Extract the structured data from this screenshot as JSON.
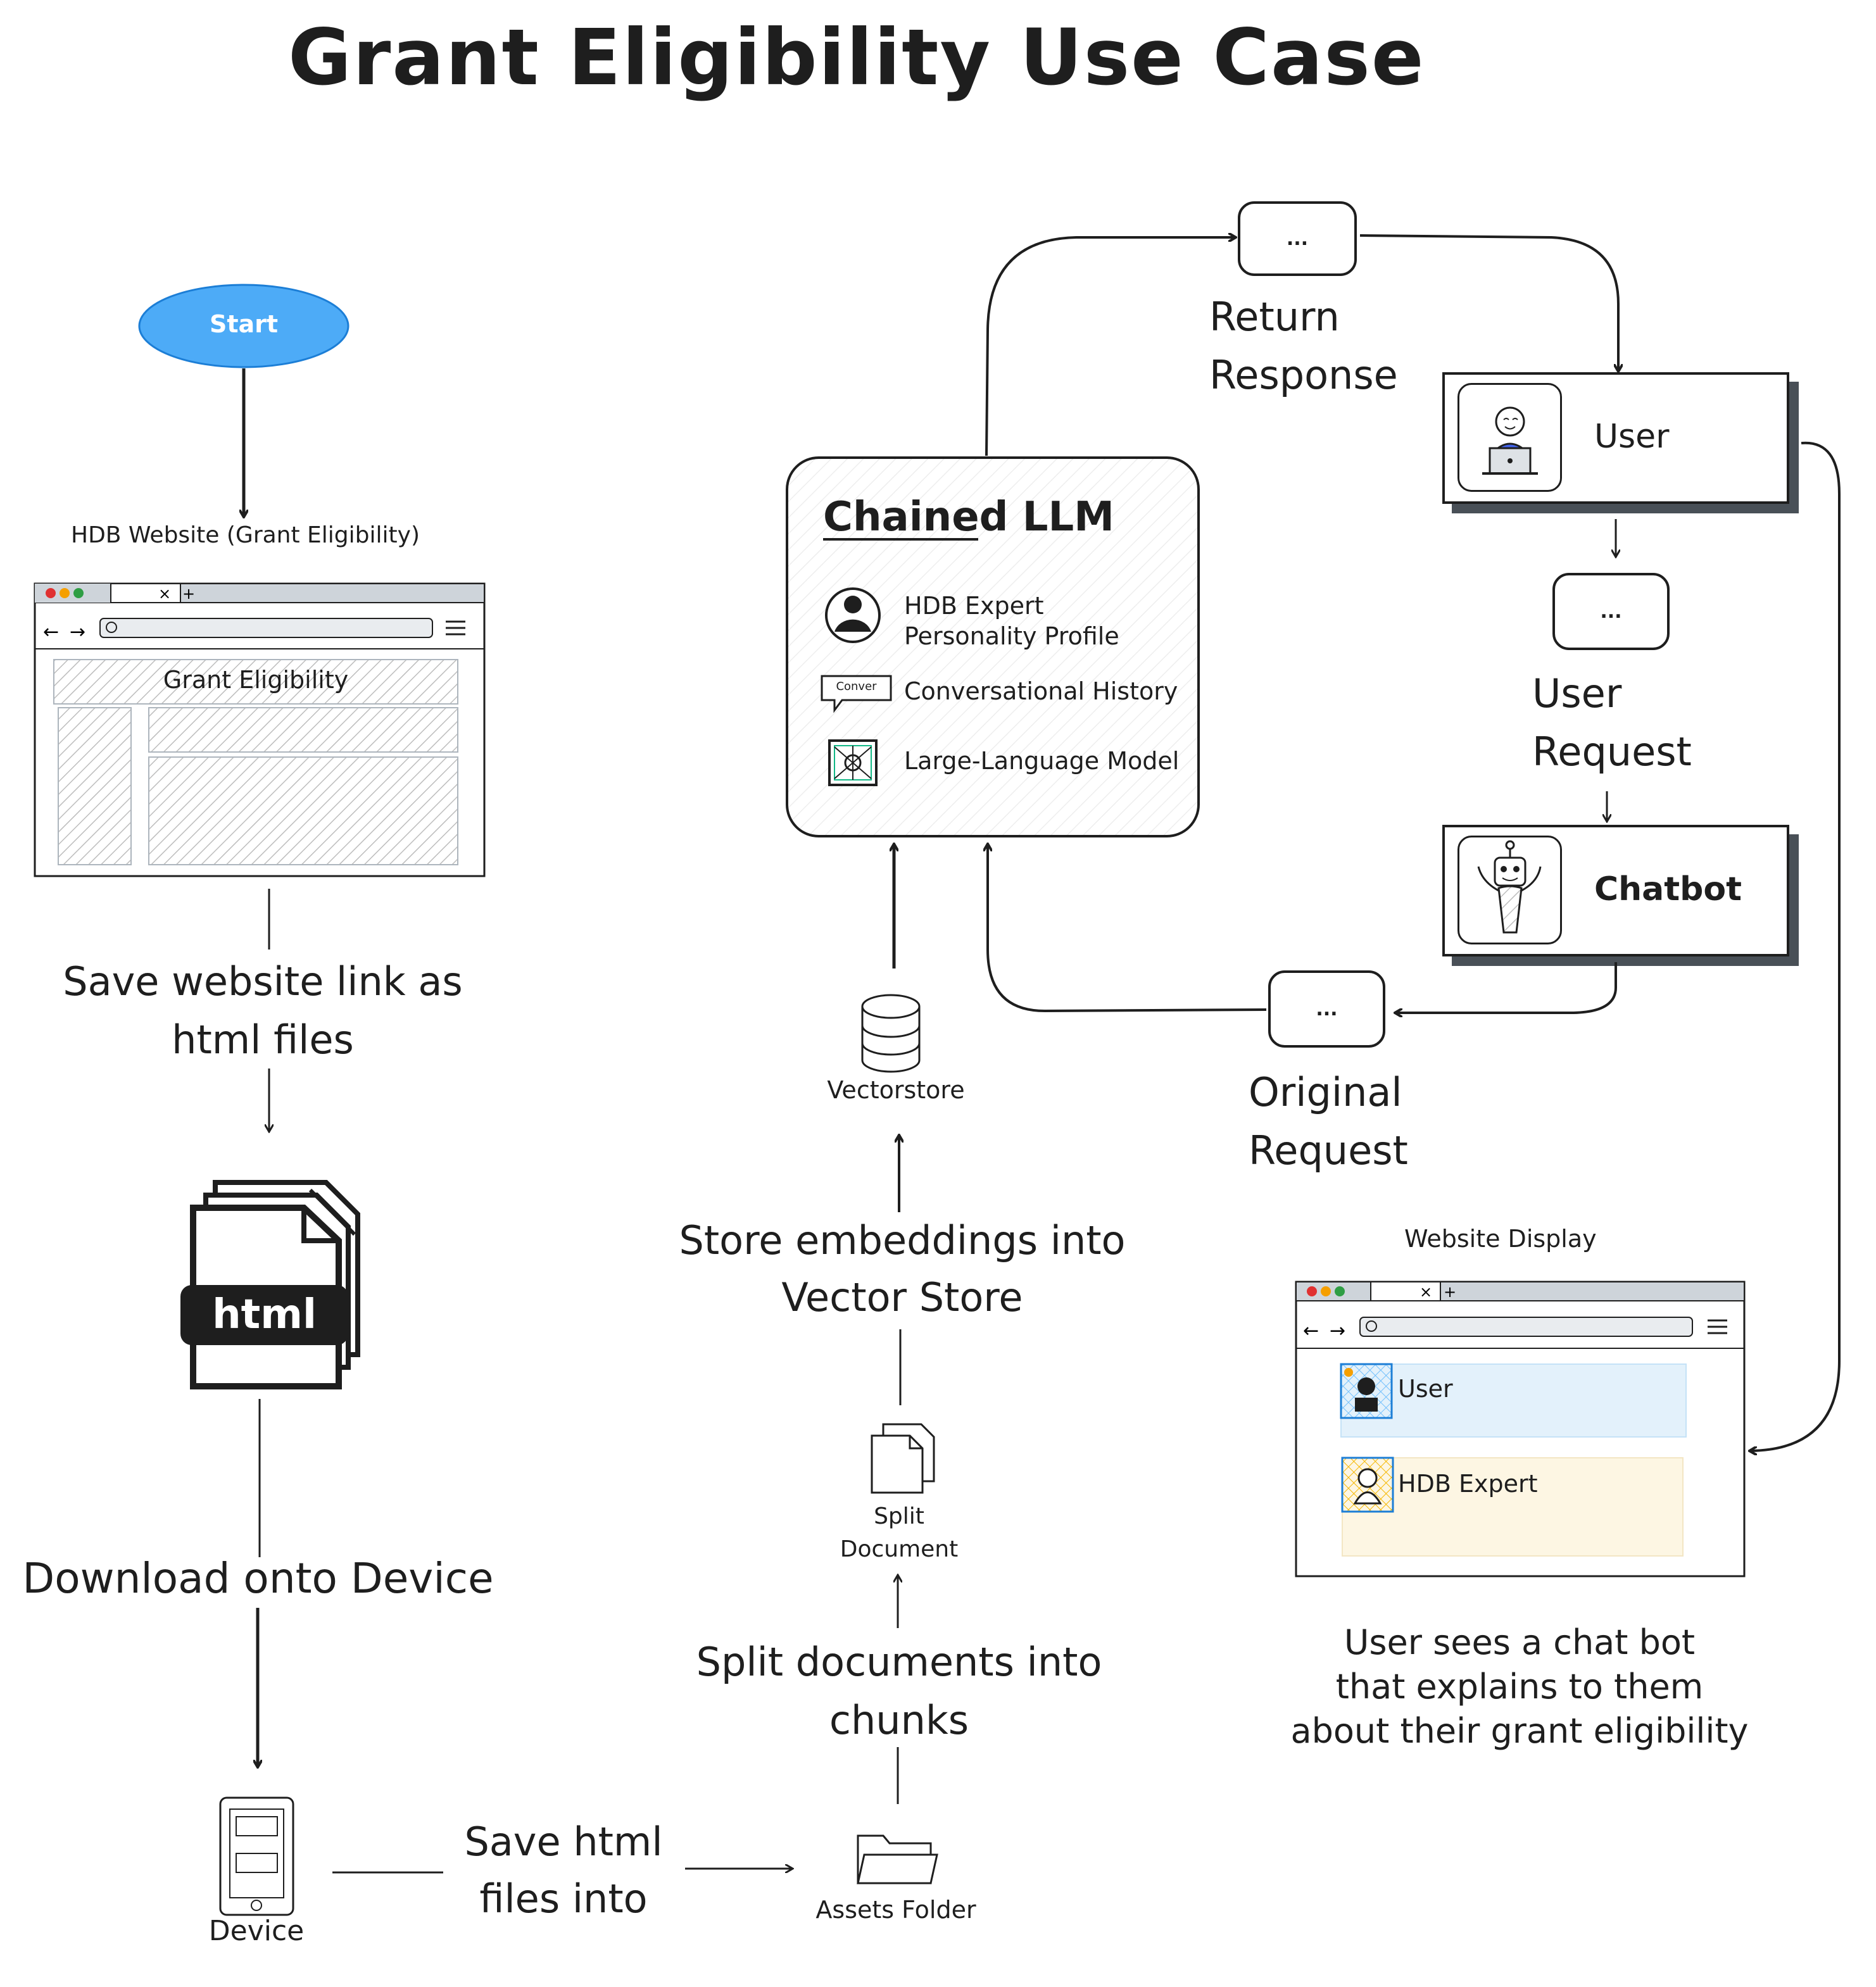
{
  "title": "Grant Eligibility Use Case",
  "start": {
    "label": "Start",
    "color": "#4dabf7"
  },
  "hdb_website": {
    "caption": "HDB Website (Grant Eligibility)",
    "page_heading": "Grant Eligibility"
  },
  "steps": {
    "save_links": [
      "Save website link as",
      "html files"
    ],
    "html_badge": "html",
    "download": "Download onto Device",
    "device": "Device",
    "save_html": [
      "Save html",
      "files into"
    ],
    "assets_folder": "Assets Folder",
    "split_chunks": [
      "Split documents into",
      "chunks"
    ],
    "split_document": [
      "Split",
      "Document"
    ],
    "store_embeddings": [
      "Store embeddings into",
      "Vector Store"
    ],
    "vectorstore": "Vectorstore"
  },
  "chained_llm": {
    "title": "Chained LLM",
    "items": [
      {
        "icon": "person-avatar-icon",
        "label_lines": [
          "HDB Expert",
          "Personality Profile"
        ]
      },
      {
        "icon": "speech-bubble-icon",
        "bubble_text": "Conver",
        "label_lines": [
          "Conversational History"
        ]
      },
      {
        "icon": "neural-network-icon",
        "label_lines": [
          "Large-Language Model"
        ]
      }
    ]
  },
  "flow": {
    "ellipsis": "...",
    "return_response": [
      "Return",
      "Response"
    ],
    "user_card": "User",
    "user_request": [
      "User",
      "Request"
    ],
    "chatbot_card": "Chatbot",
    "original_request": [
      "Original",
      "Request"
    ]
  },
  "website_display": {
    "caption": "Website Display",
    "user_label": "User",
    "expert_label": "HDB Expert",
    "user_bg": "#e3f1fb",
    "expert_bg": "#fdf6e3"
  },
  "outcome": [
    "User sees a chat bot",
    "that explains to them",
    "about their grant eligibility"
  ]
}
